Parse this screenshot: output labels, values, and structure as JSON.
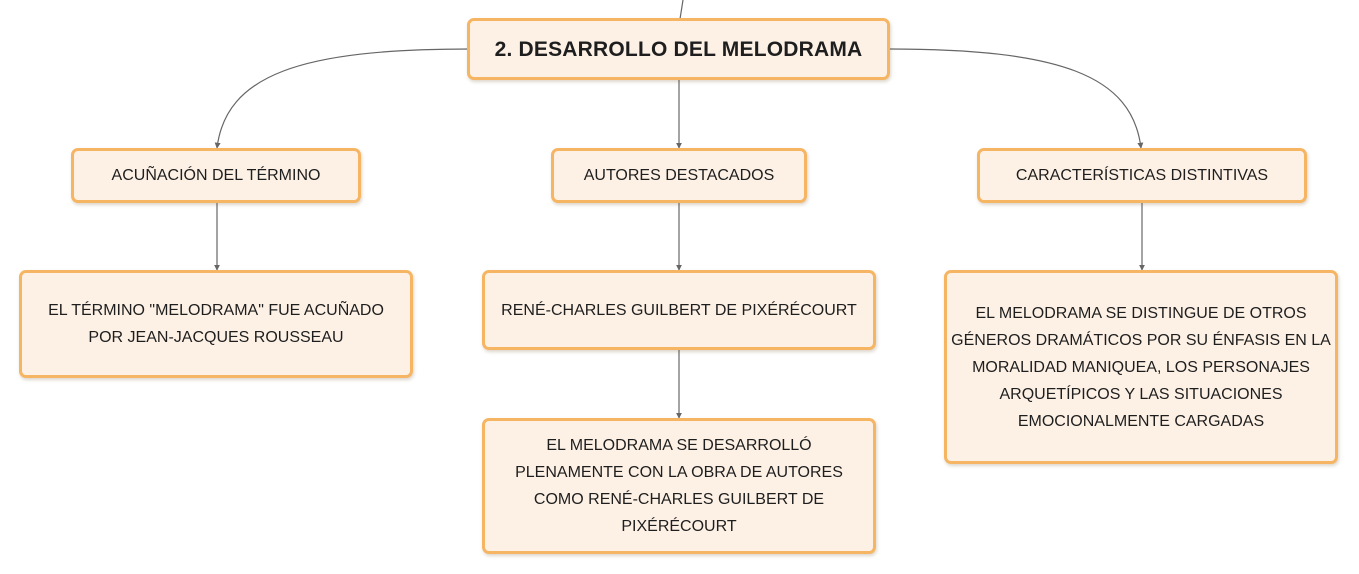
{
  "mindmap": {
    "root": {
      "label": "2. DESARROLLO DEL MELODRAMA"
    },
    "branches": [
      {
        "label": "ACUÑACIÓN DEL TÉRMINO",
        "detail": "EL TÉRMINO \"MELODRAMA\" FUE ACUÑADO POR JEAN-JACQUES ROUSSEAU"
      },
      {
        "label": "AUTORES DESTACADOS",
        "detail": "RENÉ-CHARLES GUILBERT DE PIXÉRÉCOURT",
        "sub_detail": "EL MELODRAMA SE DESARROLLÓ PLENAMENTE CON LA OBRA DE AUTORES COMO RENÉ-CHARLES GUILBERT DE PIXÉRÉCOURT"
      },
      {
        "label": "CARACTERÍSTICAS DISTINTIVAS",
        "detail": "EL MELODRAMA SE DISTINGUE DE OTROS GÉNEROS DRAMÁTICOS POR SU ÉNFASIS EN LA MORALIDAD MANIQUEA, LOS PERSONAJES ARQUETÍPICOS Y LAS SITUACIONES EMOCIONALMENTE CARGADAS"
      }
    ]
  },
  "colors": {
    "node_fill": "#fdf1e6",
    "node_border": "#f6b563",
    "connector": "#666666",
    "text": "#1e1e1e"
  }
}
